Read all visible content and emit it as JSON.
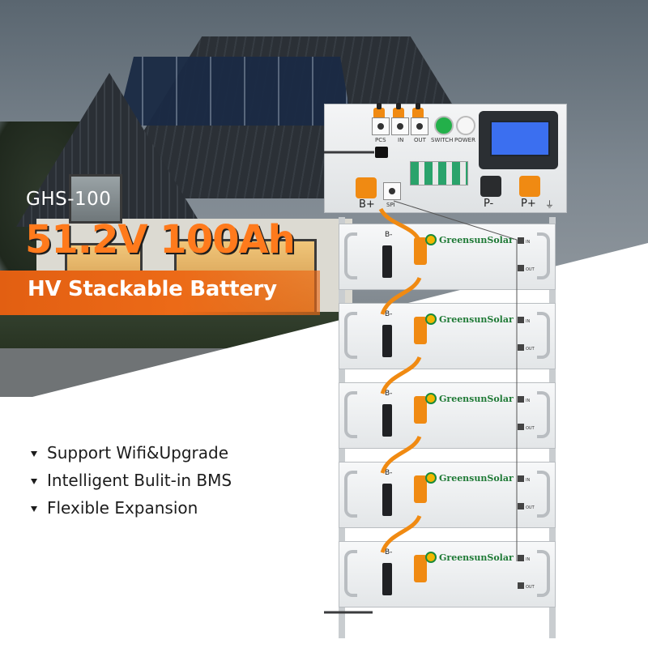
{
  "product": {
    "model": "GHS-100",
    "spec": "51.2V 100Ah",
    "tagline": "HV Stackable Battery"
  },
  "features": [
    "Support Wifi&Upgrade",
    "Intelligent Bulit-in BMS",
    "Flexible Expansion"
  ],
  "bms_panel": {
    "port_labels": [
      "PCS",
      "IN",
      "OUT"
    ],
    "button_labels": [
      "SWITCH",
      "POWER"
    ],
    "terminal_labels": [
      "B+",
      "P-",
      "P+"
    ],
    "spi_label": "SPI"
  },
  "modules": [
    {
      "label": "B-",
      "brand": "GreensunSolar",
      "in": "IN",
      "out": "OUT"
    },
    {
      "label": "B-",
      "brand": "GreensunSolar",
      "in": "IN",
      "out": "OUT"
    },
    {
      "label": "B-",
      "brand": "GreensunSolar",
      "in": "IN",
      "out": "OUT"
    },
    {
      "label": "B-",
      "brand": "GreensunSolar",
      "in": "IN",
      "out": "OUT"
    },
    {
      "label": "B-",
      "brand": "GreensunSolar",
      "in": "IN",
      "out": "OUT"
    }
  ],
  "colors": {
    "accent_orange": "#ec6a17",
    "spec_orange": "#ff7a1c",
    "brand_green": "#1f7a36",
    "screen_blue": "#3b6ff0"
  }
}
